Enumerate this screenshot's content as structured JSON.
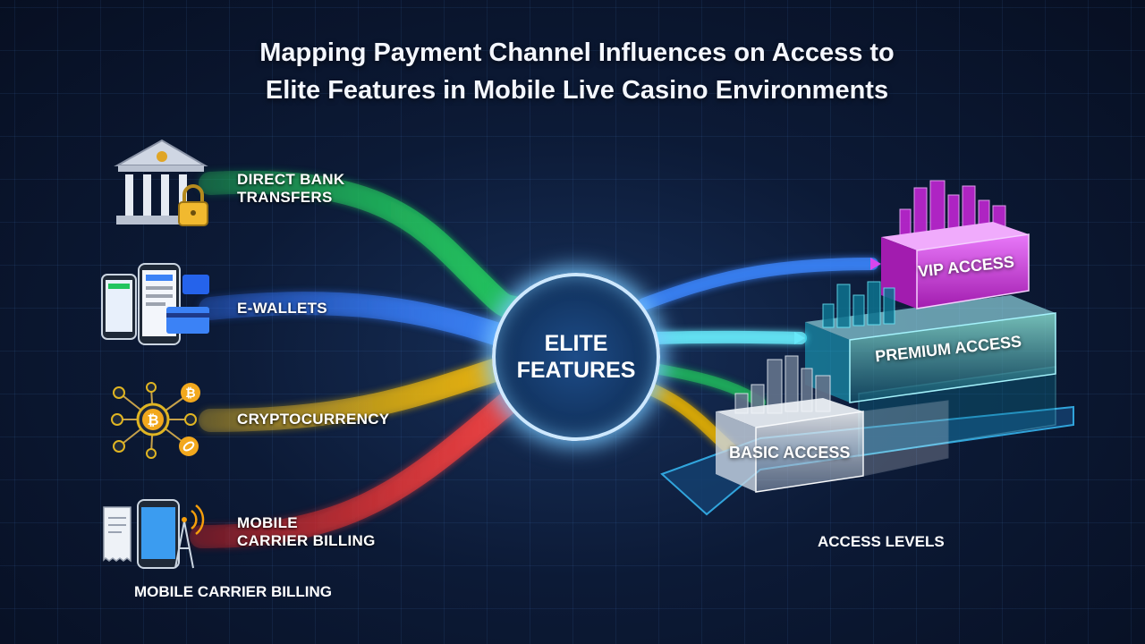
{
  "title": {
    "line1": "Mapping Payment Channel Influences on Access to",
    "line2": "Elite Features in Mobile Live Casino Environments"
  },
  "channels": [
    {
      "label_line1": "DIRECT BANK",
      "label_line2": "TRANSFERS",
      "icon": "bank-with-lock-icon",
      "color": "#22c55e"
    },
    {
      "label_line1": "E-WALLETS",
      "label_line2": "",
      "icon": "phones-and-cards-icon",
      "color": "#2f6df0"
    },
    {
      "label_line1": "CRYPTOCURRENCY",
      "label_line2": "",
      "icon": "bitcoin-network-icon",
      "color": "#e0b522"
    },
    {
      "label_line1": "MOBILE",
      "label_line2": "CARRIER BILLING",
      "icon": "phone-tower-receipt-icon",
      "color": "#e02424"
    }
  ],
  "hub": {
    "label": "ELITE FEATURES"
  },
  "tiers": [
    {
      "label": "VIP ACCESS",
      "color": "#c026d3"
    },
    {
      "label": "PREMIUM ACCESS",
      "color": "#22d3ee"
    },
    {
      "label": "BASIC ACCESS",
      "color": "#e5e7eb"
    }
  ],
  "captions": {
    "left": "MOBILE CARRIER BILLING",
    "right": "ACCESS LEVELS"
  }
}
